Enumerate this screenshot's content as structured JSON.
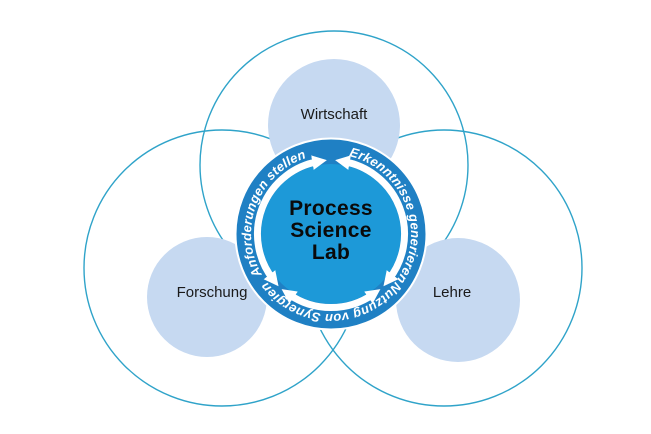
{
  "diagram": {
    "hub": {
      "title_lines": [
        "Process",
        "Science",
        "Lab"
      ]
    },
    "cycle": {
      "top_left": "Anforderungen stellen",
      "top_right": "Erkenntnisse generieren",
      "bottom": "Nutzung von Synergien"
    },
    "spheres": [
      {
        "id": "wirtschaft",
        "label": "Wirtschaft"
      },
      {
        "id": "forschung",
        "label": "Forschung"
      },
      {
        "id": "lehre",
        "label": "Lehre"
      }
    ],
    "colors": {
      "ring": "#1f80c4",
      "ring_inner": "#1d99d8",
      "outline_stroke": "#2fa3c9",
      "sphere_fill": "#c6d9f1",
      "arrow": "#ffffff",
      "arc_text": "#ffffff",
      "label_text": "#1a1a1a",
      "hub_text": "#0a0a0a",
      "background": "#ffffff"
    }
  }
}
